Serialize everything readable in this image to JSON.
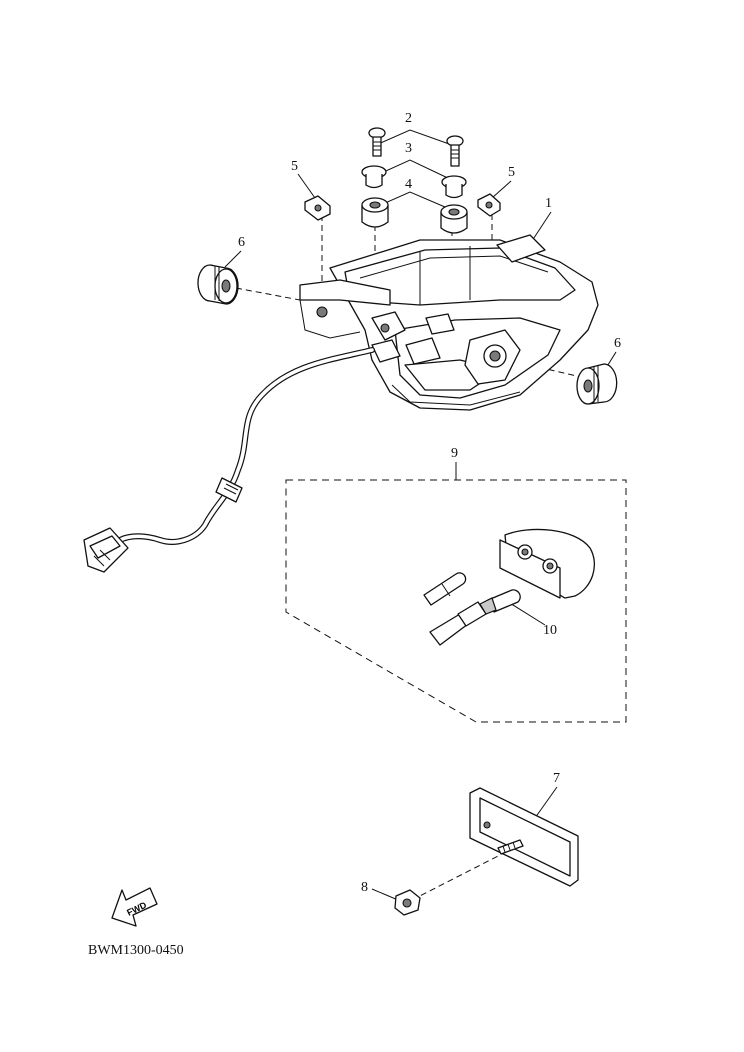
{
  "diagram": {
    "code": "BWM1300-0450",
    "fwd_label": "FWD",
    "callouts": [
      {
        "id": "c1",
        "text": "1"
      },
      {
        "id": "c2",
        "text": "2"
      },
      {
        "id": "c3",
        "text": "3"
      },
      {
        "id": "c4",
        "text": "4"
      },
      {
        "id": "c5a",
        "text": "5"
      },
      {
        "id": "c5b",
        "text": "5"
      },
      {
        "id": "c6a",
        "text": "6"
      },
      {
        "id": "c6b",
        "text": "6"
      },
      {
        "id": "c7",
        "text": "7"
      },
      {
        "id": "c8",
        "text": "8"
      },
      {
        "id": "c9",
        "text": "9"
      },
      {
        "id": "c10",
        "text": "10"
      }
    ],
    "colors": {
      "line": "#111111",
      "shade": "#c9c9c9",
      "background": "#ffffff"
    }
  }
}
